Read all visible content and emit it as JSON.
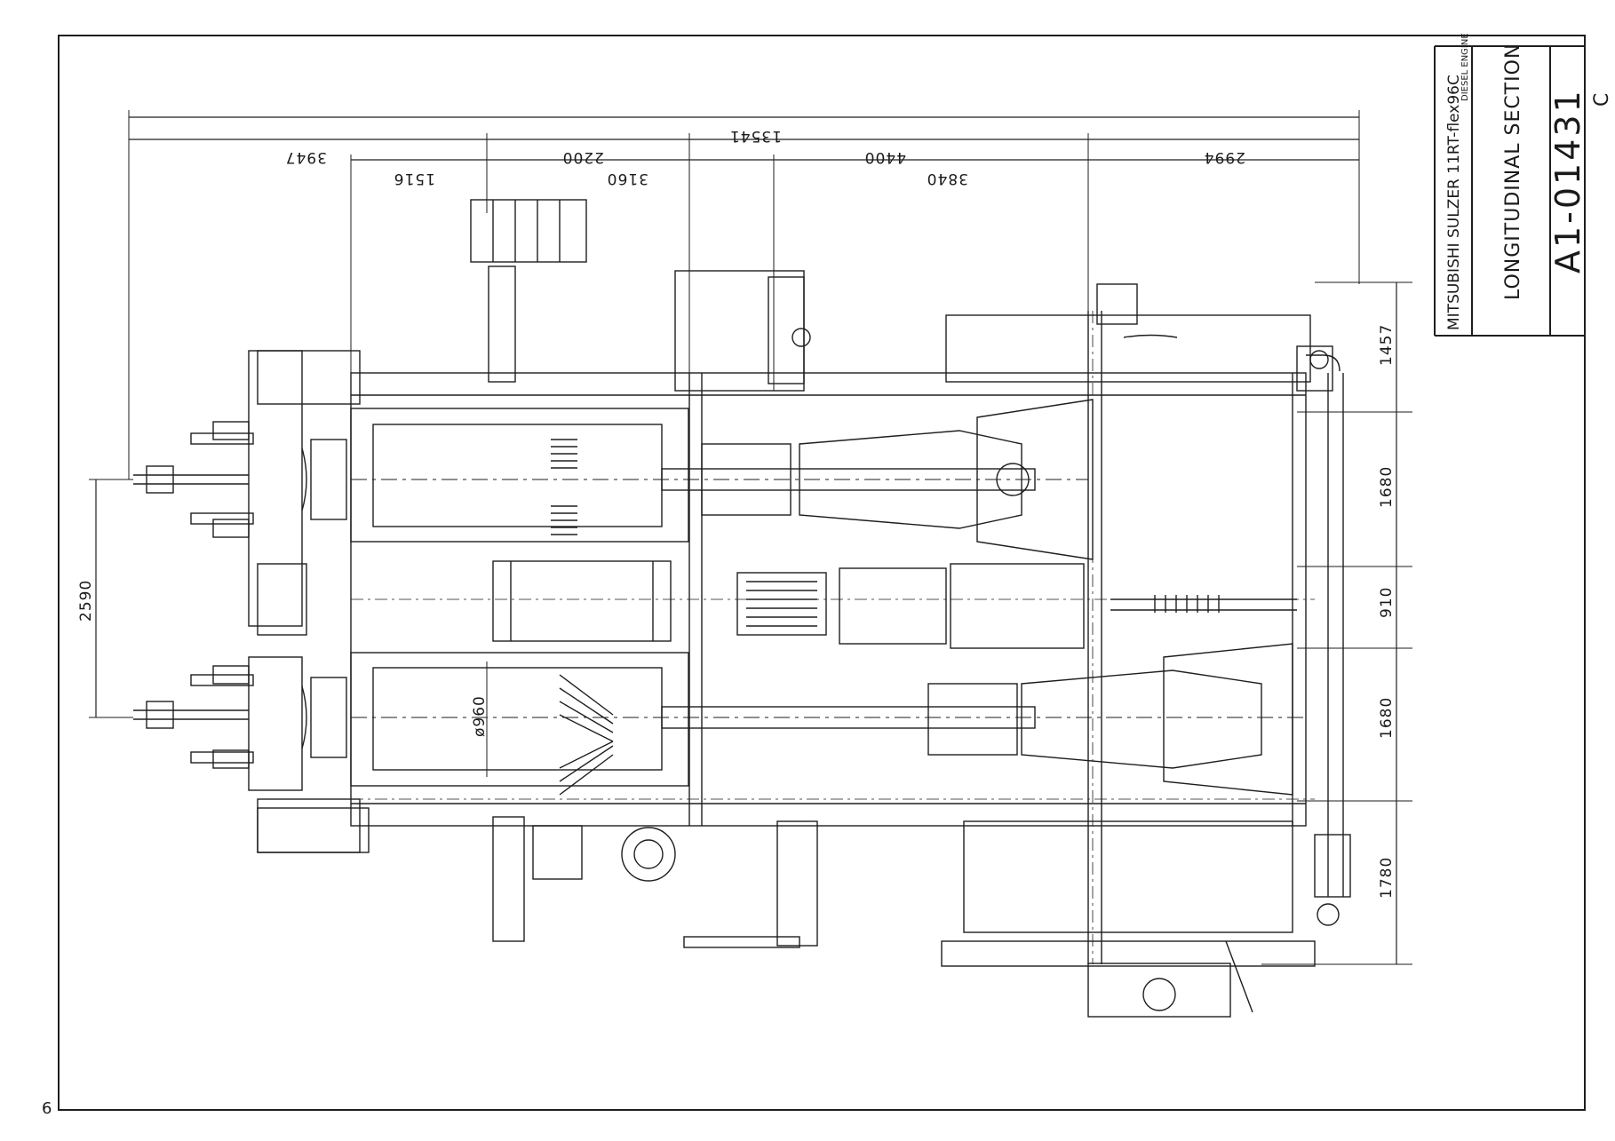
{
  "title_block": {
    "engine_line": "MITSUBISHI SULZER 11RT-flex96C",
    "engine_type": "DIESEL ENGINE",
    "section_title": "LONGITUDINAL SECTION",
    "drawing_number": "A1-01431",
    "revision": "C"
  },
  "sheet_corner_mark": "6",
  "dimensions": {
    "overall_length": "13541",
    "top_3947": "3947",
    "top_1516": "1516",
    "top_2200": "2200",
    "top_3160": "3160",
    "top_4400": "4400",
    "top_3840": "3840",
    "top_2994": "2994",
    "cylinder_pitch": "2590",
    "bore": "ø960",
    "right_1457": "1457",
    "right_1680_a": "1680",
    "right_910": "910",
    "right_1680_b": "1680",
    "right_1780": "1780"
  },
  "colors": {
    "ink": "#1e1e1e",
    "paper": "#ffffff"
  }
}
